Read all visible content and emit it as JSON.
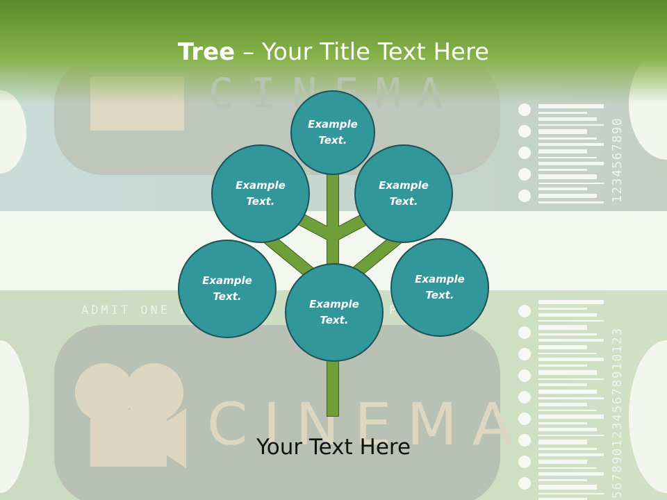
{
  "title": {
    "bold": "Tree",
    "rest": " – Your Title Text Here"
  },
  "ticket": {
    "brand": "CINEMA",
    "admit": "ADMIT ONE PE",
    "admit_tail": "P",
    "serial_top": "1234567890",
    "serial_bottom": "56789012345678910123"
  },
  "nodes": [
    {
      "id": "top",
      "label": "Example Text."
    },
    {
      "id": "upper-left",
      "label": "Example Text."
    },
    {
      "id": "upper-right",
      "label": "Example Text."
    },
    {
      "id": "lower-left",
      "label": "Example Text."
    },
    {
      "id": "center",
      "label": "Example Text."
    },
    {
      "id": "lower-right",
      "label": "Example Text."
    }
  ],
  "footer": "Your Text Here",
  "colors": {
    "header": "#7aac3f",
    "bubble": "#31979a",
    "bubble_border": "#1d5358",
    "branch": "#6f9e3a",
    "branch_border": "#3c5e1f"
  }
}
